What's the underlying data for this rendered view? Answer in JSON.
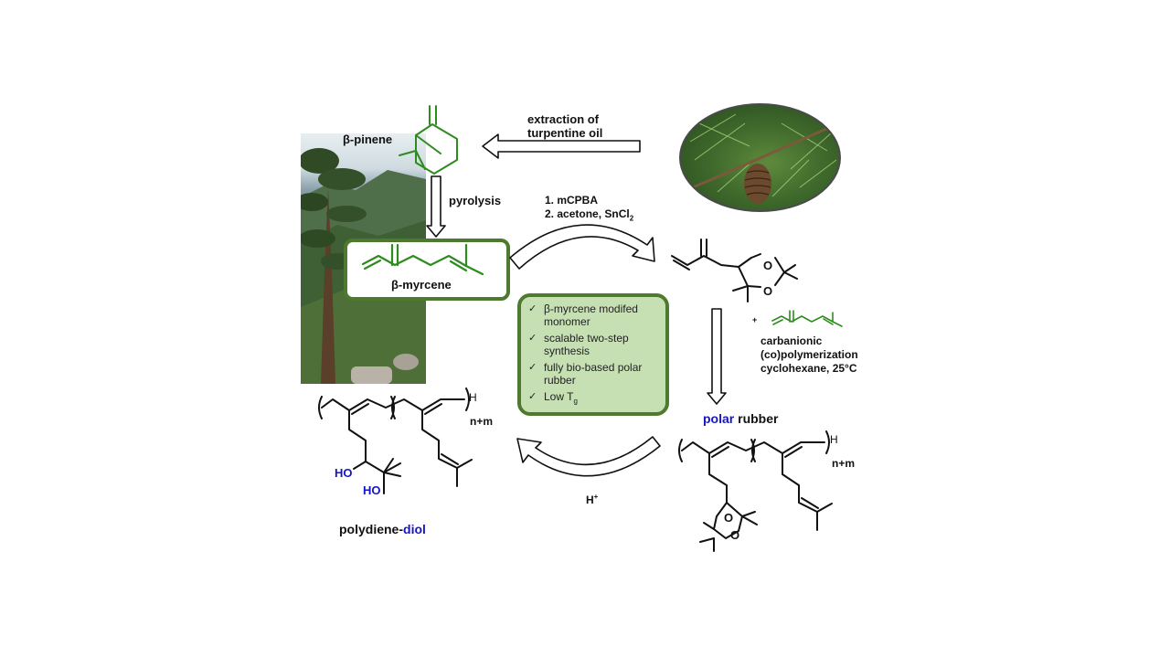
{
  "labels": {
    "beta_pinene": "β-pinene",
    "extraction": [
      "extraction of",
      "turpentine oil"
    ],
    "pyrolysis": "pyrolysis",
    "beta_myrcene": "β-myrcene",
    "step1": "1. mCPBA",
    "step2_prefix": "2. acetone, SnCl",
    "step2_sub": "2",
    "comonomer_plus": "+",
    "polymerization": [
      "carbanionic",
      "(co)polymerization",
      "cyclohexane, 25°C"
    ],
    "polar_rubber_colored": "polar",
    "polar_rubber_rest": " rubber",
    "acid": "H",
    "acid_sup": "+",
    "product_prefix": "polydiene-",
    "product_colored": "diol",
    "chain_end_H": "H",
    "repeat_index": "n+m",
    "ho_1": "HO",
    "ho_2": "HO",
    "oxygen": "O"
  },
  "features": [
    {
      "text": "β-myrcene  modifed monomer"
    },
    {
      "text": "scalable two-step synthesis"
    },
    {
      "text": "fully bio-based polar rubber"
    },
    {
      "text": "Low T",
      "sub": "g"
    }
  ],
  "colors": {
    "green_structure": "#2e8b1e",
    "box_border": "#4d7a2e",
    "box_fill": "#c6e0b4",
    "highlight_blue": "#1515c8"
  },
  "icons": {
    "tick": "✓"
  }
}
